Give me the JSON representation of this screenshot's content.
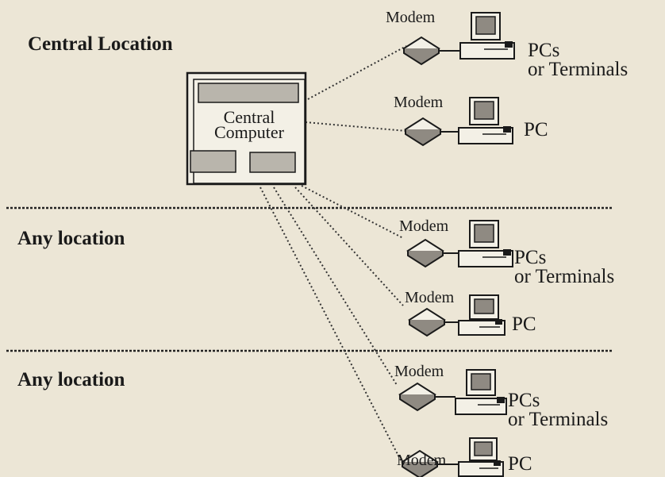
{
  "zones": {
    "central": "Central Location",
    "any_1": "Any location",
    "any_2": "Any location"
  },
  "central_computer": {
    "label_line1": "Central",
    "label_line2": "Computer"
  },
  "sites": [
    {
      "modem": "Modem",
      "device": "PCs",
      "device_line2": "or Terminals"
    },
    {
      "modem": "Modem",
      "device": "PC"
    },
    {
      "modem": "Modem",
      "device": "PCs",
      "device_line2": "or Terminals"
    },
    {
      "modem": "Modem",
      "device": "PC"
    },
    {
      "modem": "Modem",
      "device": "PCs",
      "device_line2": "or Terminals"
    },
    {
      "modem": "Modem",
      "device": "PC"
    }
  ],
  "icons": {
    "modem": "modem-icon",
    "pc": "pc-icon",
    "computer": "mainframe-icon"
  }
}
